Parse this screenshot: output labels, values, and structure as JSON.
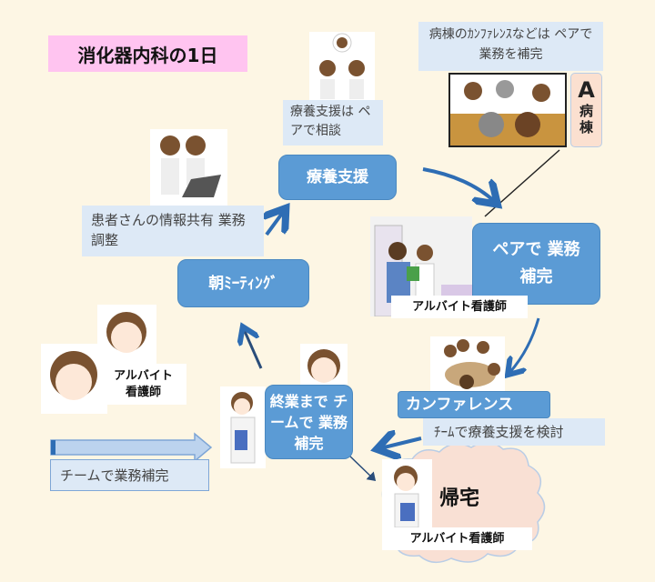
{
  "title": "消化器内科の1日",
  "notes": {
    "ward_conference": "病棟のｶﾝﾌｧﾚﾝｽなどは ペアで業務を補完",
    "pair_consult": "療養支援は ペアで相談",
    "info_share": "患者さんの情報共有 業務調整",
    "team_review": "ﾁｰﾑで療養支援を検討",
    "team_complement": "チームで業務補完"
  },
  "ward_label": {
    "letter": "A",
    "word": "病棟"
  },
  "steps": {
    "morning_meeting": "朝ﾐｰﾃｨﾝｸﾞ",
    "care_support": "療養支援",
    "pair_complement": "ペアで 業務補完",
    "conference": "カンファレンス",
    "until_end": "終業まで チームで 業務補完",
    "go_home": "帰宅"
  },
  "part_time_nurse_label": "アルバイト看護師",
  "part_time_nurse_label_2line": [
    "アルバイト",
    "看護師"
  ],
  "colors": {
    "background": "#fdf6e4",
    "step": "#5b9bd5",
    "note": "#dde9f6",
    "title": "#ffc4f0",
    "cloud": "#f9e0d4",
    "arrow": "#2e6db4"
  }
}
